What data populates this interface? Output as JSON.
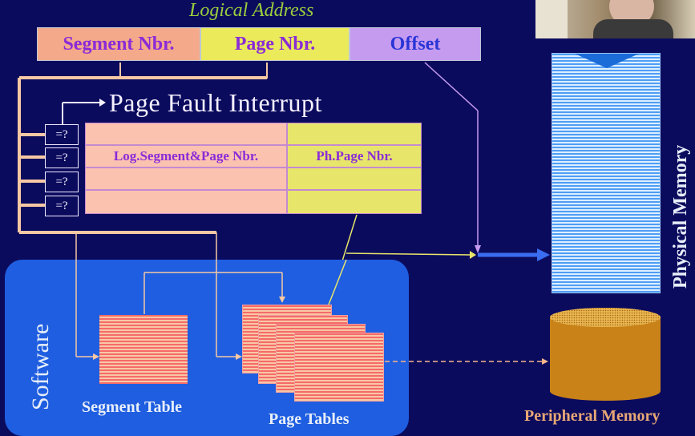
{
  "title": "Logical Address",
  "fields": [
    {
      "label": "Segment Nbr.",
      "color": "#f4a98a"
    },
    {
      "label": "Page Nbr.",
      "color": "#eaea5a"
    },
    {
      "label": "Offset",
      "color": "#c59bf0"
    }
  ],
  "interrupt_label": "Page Fault Interrupt",
  "compare_label": "=?",
  "tlb": {
    "col_left": "Log.Segment&Page Nbr.",
    "col_right": "Ph.Page Nbr.",
    "left_color": "#fcc2b0",
    "right_color": "#e8e66a"
  },
  "software_label": "Software",
  "segment_table_label": "Segment Table",
  "page_tables_label": "Page Tables",
  "physical_memory_label": "Physical Memory",
  "peripheral_memory_label": "Peripheral Memory",
  "colors": {
    "background": "#0b0b5e",
    "software_panel": "#1f5ee0",
    "stripe_red": "#f66a6a",
    "stripe_light": "#f7c8a4",
    "cylinder": "#c98218"
  }
}
